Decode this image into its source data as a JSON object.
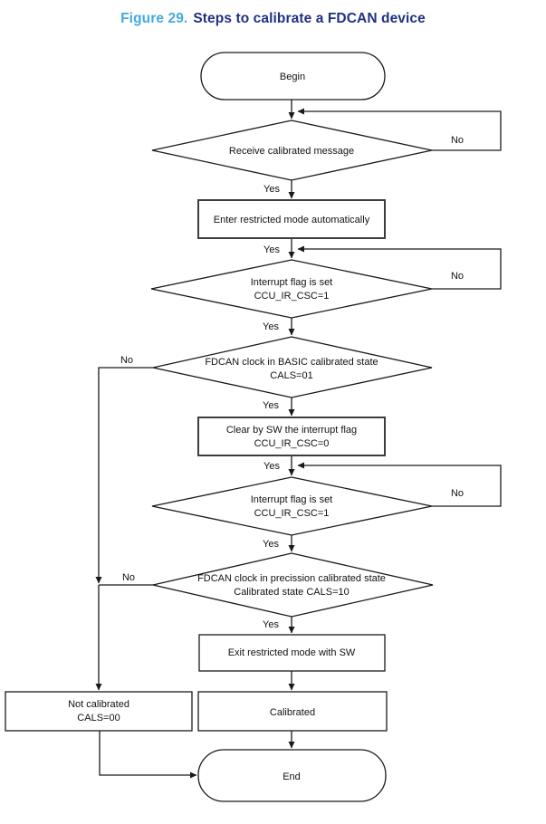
{
  "title": {
    "prefix": "Figure 29.",
    "text": "Steps to calibrate a FDCAN device"
  },
  "colors": {
    "title_prefix": "#44aadf",
    "title_main": "#21317f",
    "line": "#1a1a1a",
    "process_border": "#3d3d3d",
    "background": "#ffffff"
  },
  "labels": {
    "yes": "Yes",
    "no": "No"
  },
  "nodes": {
    "begin": {
      "type": "terminator",
      "label": "Begin"
    },
    "receive_msg": {
      "type": "decision",
      "label": "Receive calibrated message"
    },
    "enter_restricted": {
      "type": "process",
      "label": "Enter restricted mode automatically"
    },
    "interrupt_set_1": {
      "type": "decision",
      "line1": "Interrupt flag is set",
      "line2": "CCU_IR_CSC=1"
    },
    "basic_calibrated": {
      "type": "decision",
      "line1": "FDCAN clock in BASIC calibrated state",
      "line2": "CALS=01"
    },
    "clear_flag": {
      "type": "process",
      "line1": "Clear by SW the interrupt flag",
      "line2": "CCU_IR_CSC=0"
    },
    "interrupt_set_2": {
      "type": "decision",
      "line1": "Interrupt flag is set",
      "line2": "CCU_IR_CSC=1"
    },
    "precision_calibrated": {
      "type": "decision",
      "line1": "FDCAN clock in precission calibrated state",
      "line2": "Calibrated state CALS=10"
    },
    "exit_restricted": {
      "type": "process",
      "label": "Exit restricted mode with SW"
    },
    "not_calibrated": {
      "type": "process",
      "line1": "Not calibrated",
      "line2": "CALS=00"
    },
    "calibrated": {
      "type": "process",
      "label": "Calibrated"
    },
    "end": {
      "type": "terminator",
      "label": "End"
    }
  }
}
